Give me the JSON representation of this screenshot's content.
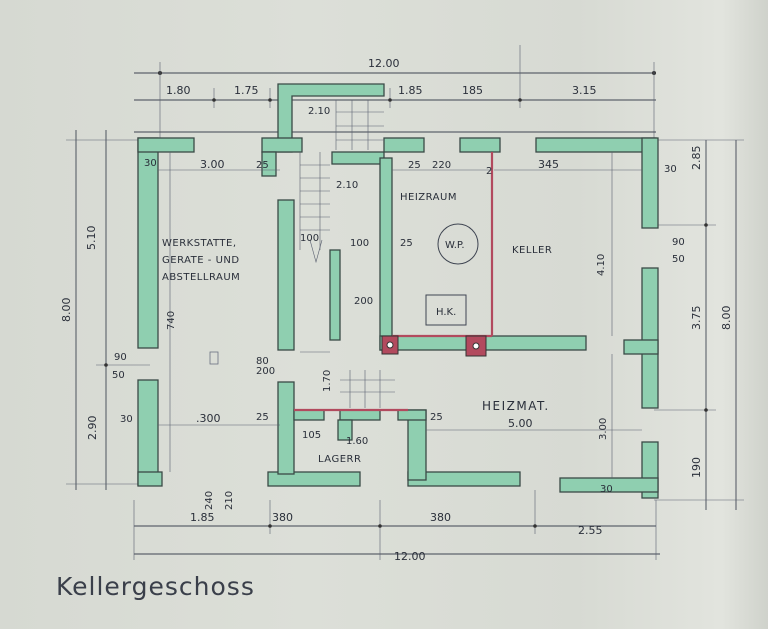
{
  "title": "Kellergeschoss",
  "rooms": {
    "werkstatt": [
      "WERKSTATTE,",
      "GERATE - UND",
      "ABSTELLRAUM"
    ],
    "heizraum": "HEIZRAUM",
    "keller": "KELLER",
    "heizmat": "HEIZMAT.",
    "lagerr": "LAGERR",
    "wp": "W.P.",
    "hk": "H.K."
  },
  "dims": {
    "top_total": "12.00",
    "top_180": "1.80",
    "top_175": "1.75",
    "top_185a": "1.85",
    "top_185b": "185",
    "top_315": "3.15",
    "bottom_185": "1.85",
    "bottom_380a": "380",
    "bottom_380b": "380",
    "bottom_255": "2.55",
    "bottom_total": "12.00",
    "left_510": "5.10",
    "left_800": "8.00",
    "left_290": "2.90",
    "right_285": "2.85",
    "right_375": "3.75",
    "right_800": "8.00",
    "right_190": "190",
    "w300a": "3.00",
    "w300b": ".300",
    "w345": "345",
    "w500": "5.00",
    "w220": "220",
    "w410": "4.10",
    "w740": "740",
    "w300c": "3.00",
    "w210a": "2.10",
    "w210b": "2.10",
    "w100a": "100",
    "w100b": "100",
    "w200": "200",
    "w160": "1.60",
    "w105": "105",
    "w170": "1.70",
    "n30": "30",
    "n25": "25",
    "n90": "90",
    "n50": "50",
    "n80": "80",
    "n200b": "200",
    "n210": "210",
    "n240": "240",
    "n2": "2"
  }
}
